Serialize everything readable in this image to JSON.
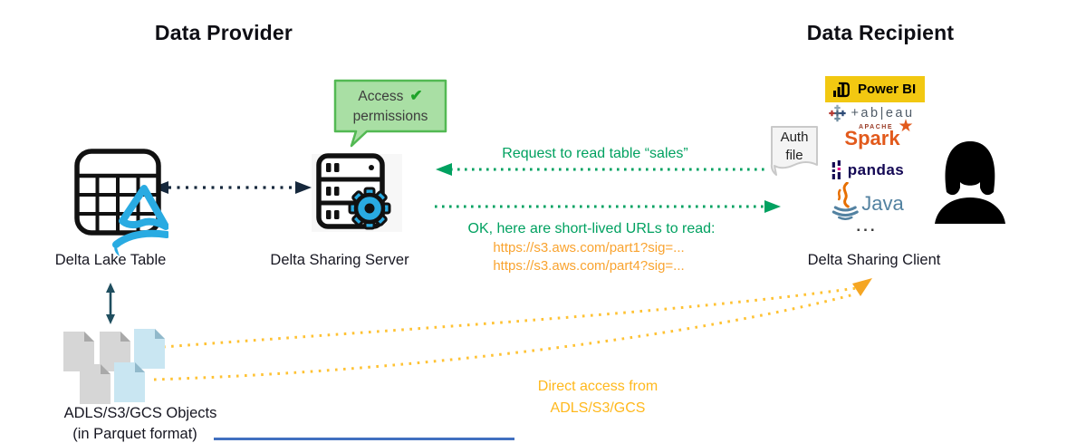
{
  "titles": {
    "provider": "Data Provider",
    "recipient": "Data Recipient"
  },
  "provider": {
    "delta_table_label": "Delta Lake Table",
    "server_label": "Delta Sharing Server",
    "access_bubble": {
      "line1": "Access",
      "line2": "permissions",
      "check": "✔"
    },
    "storage_label_line1": "ADLS/S3/GCS Objects",
    "storage_label_line2": "(in Parquet format)"
  },
  "recipient": {
    "client_label": "Delta Sharing Client",
    "auth_file_line1": "Auth",
    "auth_file_line2": "file",
    "logos": {
      "power_bi": "Power BI",
      "tableau": "+ab|eau",
      "spark_apache": "APACHE",
      "spark": "Spark",
      "pandas": "pandas",
      "java": "Java",
      "more": "..."
    }
  },
  "messages": {
    "request": "Request to read table “sales”",
    "response_intro": "OK, here are short-lived URLs to read:",
    "url_1": "https://s3.aws.com/part1?sig=...",
    "url_2": "https://s3.aws.com/part4?sig=...",
    "direct_access_line1": "Direct access from",
    "direct_access_line2": "ADLS/S3/GCS"
  },
  "colors": {
    "green_flow": "#00A160",
    "orange_url": "#F9A32F",
    "yellow_flow": "#FFC233",
    "bubble_fill": "#A9DFA4",
    "bubble_border": "#53B953",
    "powerbi_yellow": "#F2C811",
    "delta_cyan": "#29ABE2",
    "pandas_navy": "#130754",
    "spark_orange": "#E25A1C",
    "java_blue": "#5382A1",
    "dark_link": "#16283C",
    "file_gray": "#D6D6D6",
    "file_blue": "#C9E6F2"
  },
  "icons": {
    "delta_table": "table-grid-delta-icon",
    "server": "server-gear-icon",
    "bubble_check": "checkmark-icon",
    "auth_file": "document-icon",
    "user": "person-silhouette-icon",
    "files": "parquet-file-icons",
    "power_bi": "powerbi-bar-chart-icon",
    "tableau": "tableau-plus-cluster-icon",
    "spark": "spark-star-icon",
    "pandas": "pandas-bars-icon",
    "java": "java-coffee-cup-icon"
  }
}
